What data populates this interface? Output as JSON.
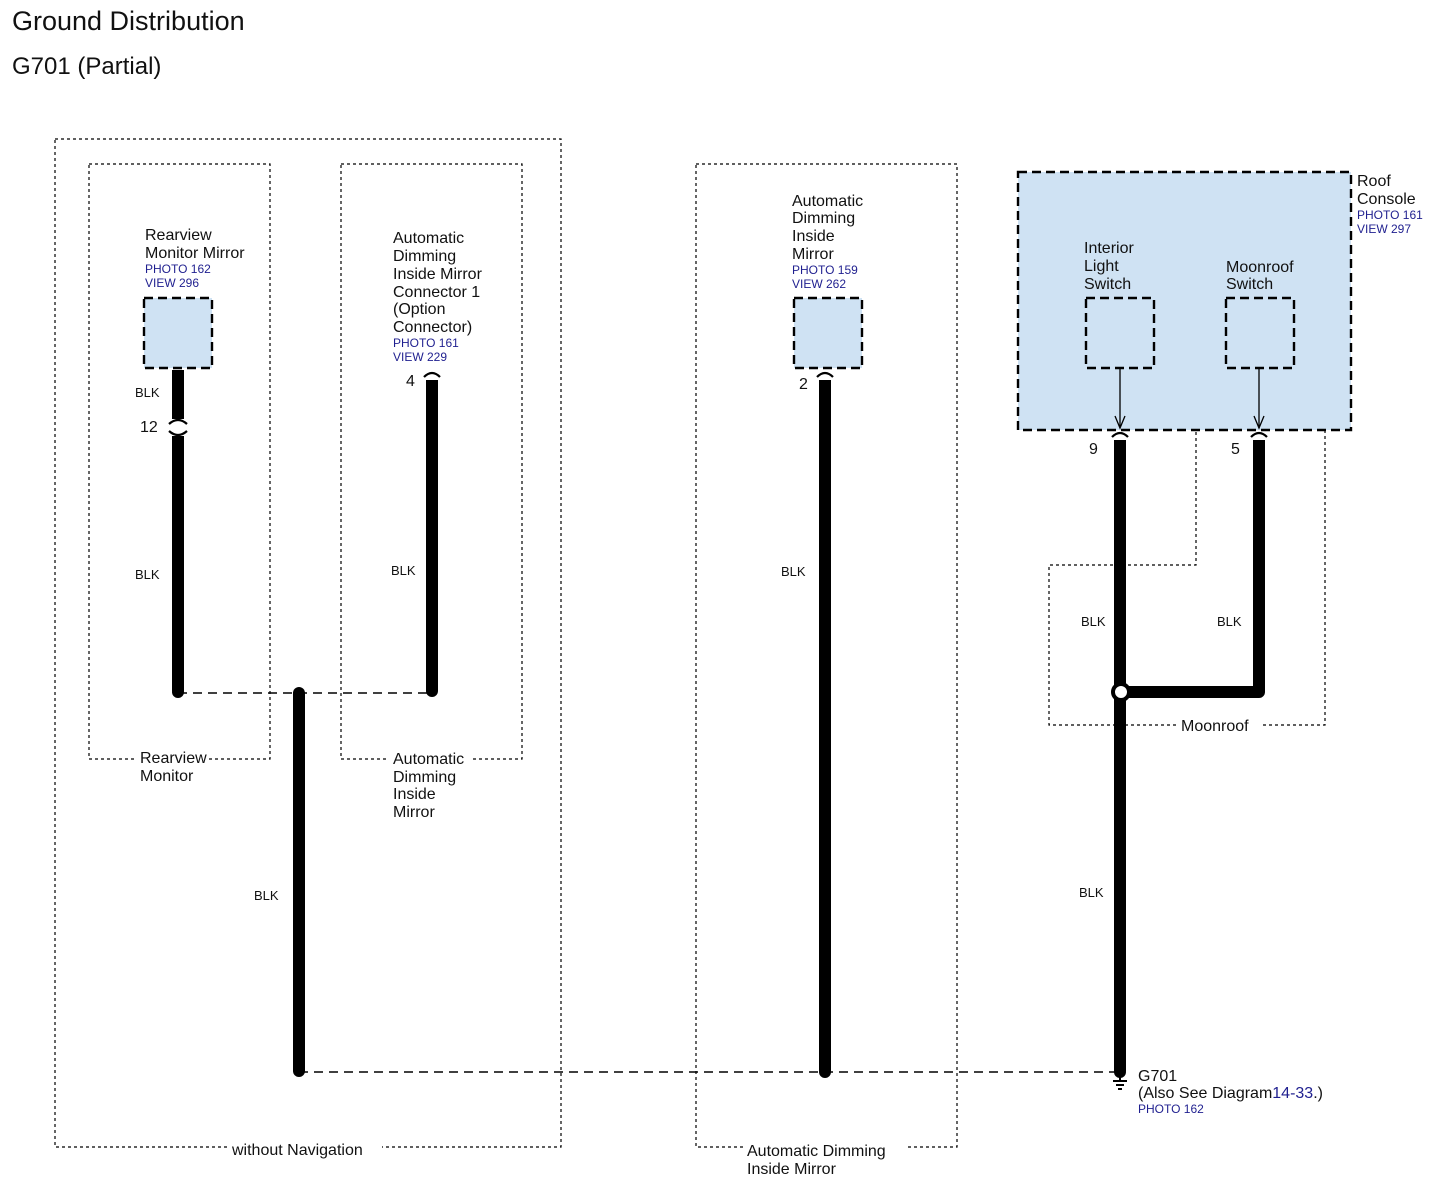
{
  "title": "Ground Distribution",
  "subtitle": "G701 (Partial)",
  "wire_color": "BLK",
  "colors": {
    "component_fill": "#cfe2f3",
    "link_text": "#1f1f8f",
    "wire": "#000000"
  },
  "groups": {
    "without_navigation": "without Navigation",
    "rearview_monitor": [
      "Rearview",
      "Monitor"
    ],
    "auto_dimming_left": [
      "Automatic",
      "Dimming",
      "Inside",
      "Mirror"
    ],
    "auto_dimming_center": [
      "Automatic Dimming",
      "Inside Mirror"
    ],
    "moonroof": "Moonroof"
  },
  "components": {
    "rearview_mirror": {
      "name": [
        "Rearview",
        "Monitor Mirror"
      ],
      "photo": "PHOTO 162",
      "view": "VIEW 296",
      "pin": "12"
    },
    "adim_connector": {
      "name": [
        "Automatic",
        "Dimming",
        "Inside Mirror",
        "Connector 1",
        "(Option",
        "Connector)"
      ],
      "photo": "PHOTO 161",
      "view": "VIEW 229",
      "pin": "4"
    },
    "adim_mirror": {
      "name": [
        "Automatic",
        "Dimming",
        "Inside",
        "Mirror"
      ],
      "photo": "PHOTO 159",
      "view": "VIEW 262",
      "pin": "2"
    },
    "roof_console": {
      "name": [
        "Roof",
        "Console"
      ],
      "photo": "PHOTO 161",
      "view": "VIEW 297"
    },
    "interior_light_switch": {
      "name": [
        "Interior",
        "Light",
        "Switch"
      ],
      "pin": "9"
    },
    "moonroof_switch": {
      "name": [
        "Moonroof",
        "Switch"
      ],
      "pin": "5"
    }
  },
  "ground": {
    "name": "G701",
    "note_prefix": "(Also See Diagram",
    "note_link": "14-33",
    "note_suffix": ".)",
    "photo": "PHOTO 162"
  }
}
